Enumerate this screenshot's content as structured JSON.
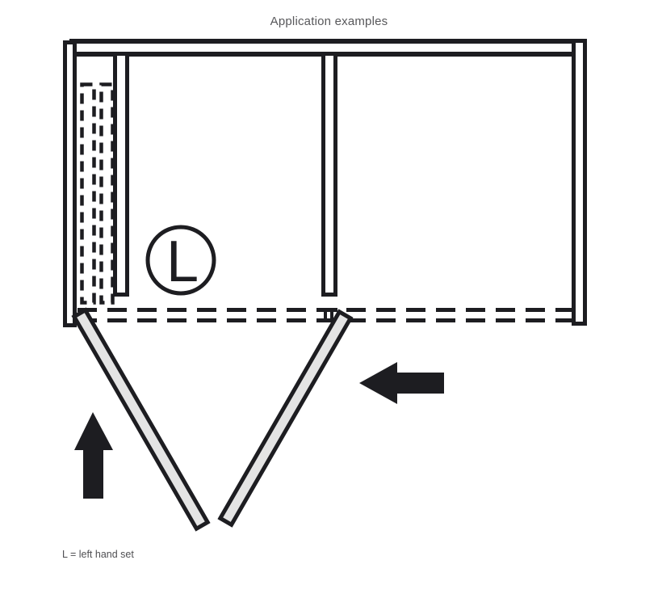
{
  "title": "Application examples",
  "legend": {
    "caption": "L = left hand set"
  },
  "diagram": {
    "type": "plan-view-folding-door-application",
    "marker": {
      "label": "L",
      "meaning": "left hand set"
    },
    "elements": [
      "cabinet top panel (double line)",
      "cabinet left side wall",
      "cabinet right side wall",
      "left interior partition",
      "center interior partition",
      "folded door package shown dashed (parked left)",
      "closed door position shown as double dashed front line",
      "center pivot joint",
      "left folding door panel (open, angled)",
      "right folding door panel (open, angled)",
      "arrow pointing left (door travel direction)",
      "arrow pointing up (door fold-out direction)"
    ],
    "colors": {
      "line": "#1d1d21",
      "door_fill": "#e4e4e4",
      "title_text": "#58585b",
      "caption_text": "#4f4f52",
      "background": "#ffffff"
    }
  }
}
